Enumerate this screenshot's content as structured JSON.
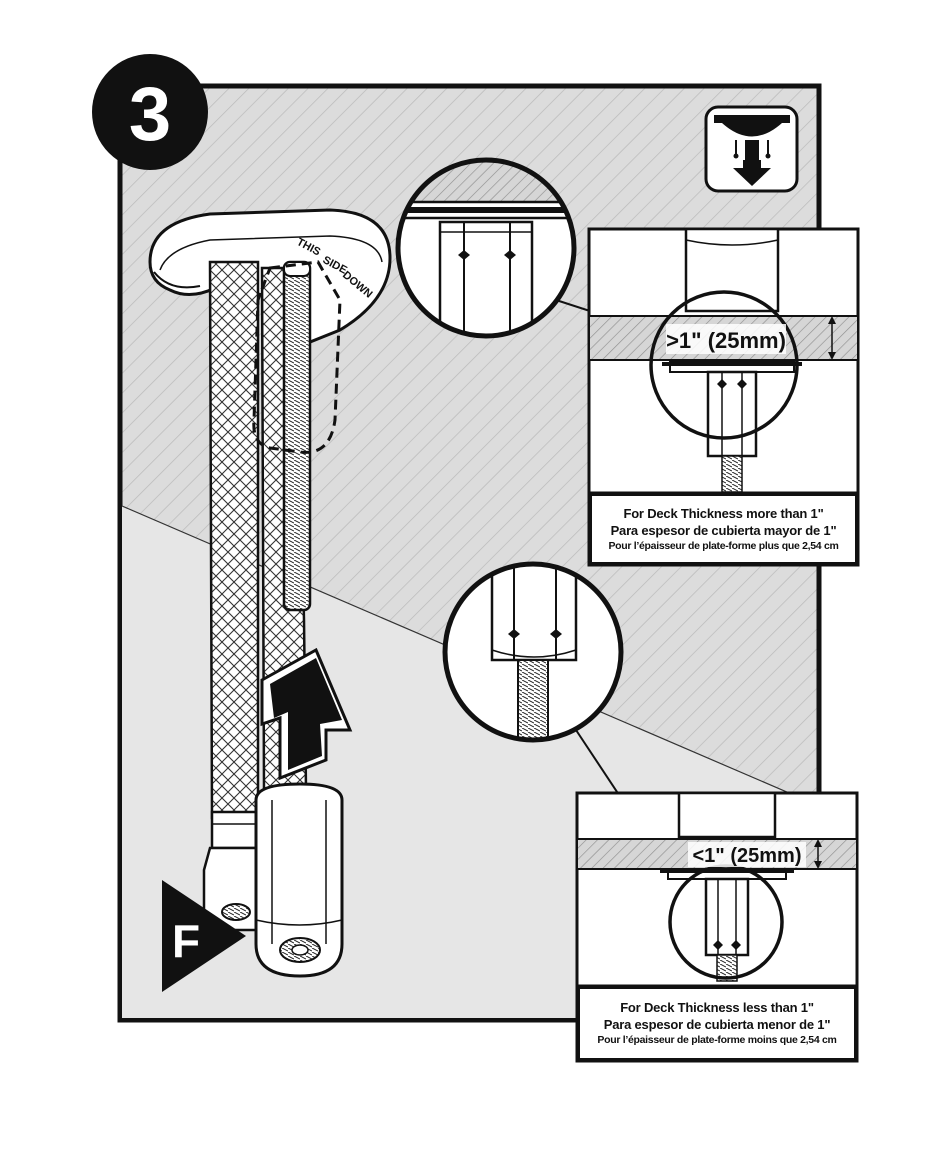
{
  "step_number": "3",
  "part_label": "F",
  "handle_imprint": {
    "line1": "THIS",
    "line2": "SIDE",
    "line3": "DOWN"
  },
  "panel_top": {
    "measurement": ">1\" (25mm)",
    "caption_en": "For Deck Thickness more than 1\"",
    "caption_es": "Para espesor de cubierta mayor de 1\"",
    "caption_fr": "Pour l’épaisseur de plate-forme plus que 2,54 cm"
  },
  "panel_bottom": {
    "measurement": "<1\" (25mm)",
    "caption_en": "For Deck Thickness less than 1\"",
    "caption_es": "Para espesor de cubierta menor de 1\"",
    "caption_fr": "Pour l’épaisseur de plate-forme moins que 2,54 cm"
  },
  "icon": "under-sink-install-icon",
  "colors": {
    "ink": "#111111",
    "panel_fill": "#d9d9d9",
    "hatch": "#bdbdbd",
    "white": "#ffffff"
  }
}
